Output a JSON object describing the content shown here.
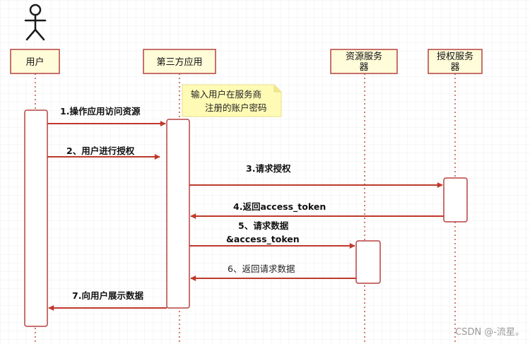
{
  "colors": {
    "participant_fill": "#fffcd9",
    "participant_border": "#b6423f",
    "lifeline": "#c0504d",
    "activation_border": "#b6423f",
    "arrow": "#c0392b",
    "note_fill": "#fffbb5",
    "grid": "#eeeeee",
    "stick_figure": "#1a1a1a"
  },
  "participants": [
    {
      "id": "user",
      "label": "用户"
    },
    {
      "id": "app",
      "label": "第三方应用"
    },
    {
      "id": "res",
      "label": "资源服务器"
    },
    {
      "id": "auth",
      "label": "授权服务器"
    }
  ],
  "note": {
    "lines": [
      "输入用户在服务商",
      "注册的账户密码"
    ]
  },
  "messages": [
    {
      "from": "user",
      "to": "app",
      "label": "1.操作应用访问资源",
      "style": "bold"
    },
    {
      "from": "user",
      "to": "app",
      "label": "2、用户进行授权",
      "style": "bold"
    },
    {
      "from": "app",
      "to": "auth",
      "label": "3.请求授权",
      "style": "bold"
    },
    {
      "from": "auth",
      "to": "app",
      "label": "4.返回access_token",
      "style": "bold"
    },
    {
      "from": "app",
      "to": "res",
      "label": "5、请求数据",
      "label2": "&access_token",
      "style": "bold"
    },
    {
      "from": "res",
      "to": "app",
      "label": "6、返回请求数据",
      "style": "light"
    },
    {
      "from": "app",
      "to": "user",
      "label": "7.向用户展示数据",
      "style": "bold"
    }
  ],
  "watermark": {
    "text": "CSDN @-流星。"
  }
}
